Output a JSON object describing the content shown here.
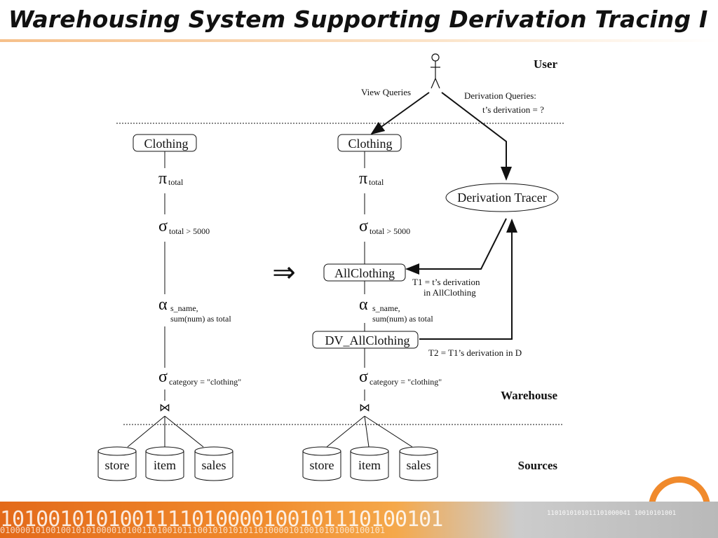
{
  "slide": {
    "title": "Warehousing System Supporting Derivation Tracing I"
  },
  "diagram": {
    "regions": {
      "user": "User",
      "warehouse": "Warehouse",
      "sources": "Sources"
    },
    "left_tree": {
      "view": "Clothing",
      "pi_sub": "total",
      "sigma1_sub": "total > 5000",
      "alpha_sub1": "s_name,",
      "alpha_sub2": "sum(num) as total",
      "sigma2_sub": "category = \"clothing\"",
      "join": "⋈",
      "sources": [
        "store",
        "item",
        "sales"
      ]
    },
    "right_tree": {
      "view": "Clothing",
      "pi_sub": "total",
      "sigma1_sub": "total > 5000",
      "mat_view": "AllClothing",
      "alpha_sub1": "s_name,",
      "alpha_sub2": "sum(num) as total",
      "dv_view": "DV_AllClothing",
      "sigma2_sub": "category = \"clothing\"",
      "join": "⋈",
      "sources": [
        "store",
        "item",
        "sales"
      ]
    },
    "symbols": {
      "pi": "π",
      "sigma": "σ",
      "alpha": "α",
      "implies": "⇒"
    },
    "tracer": "Derivation Tracer",
    "labels": {
      "view_queries": "View Queries",
      "derivation_queries": "Derivation Queries:",
      "derivation_question": "t’s derivation = ?",
      "t1_line1": "T1 = t’s derivation",
      "t1_line2": "in AllClothing",
      "t2": "T2 = T1’s derivation in D"
    }
  },
  "footer": {
    "bits_large": "1010010101001111010000100101110100101",
    "bits_small": "0100001010010010101000010100110100101110010101010110100001010010101000100101",
    "bits_right": "1101010101011101000041 10010101001"
  },
  "colors": {
    "accent": "#f08a2c",
    "title_rule": "#f6c08a"
  }
}
